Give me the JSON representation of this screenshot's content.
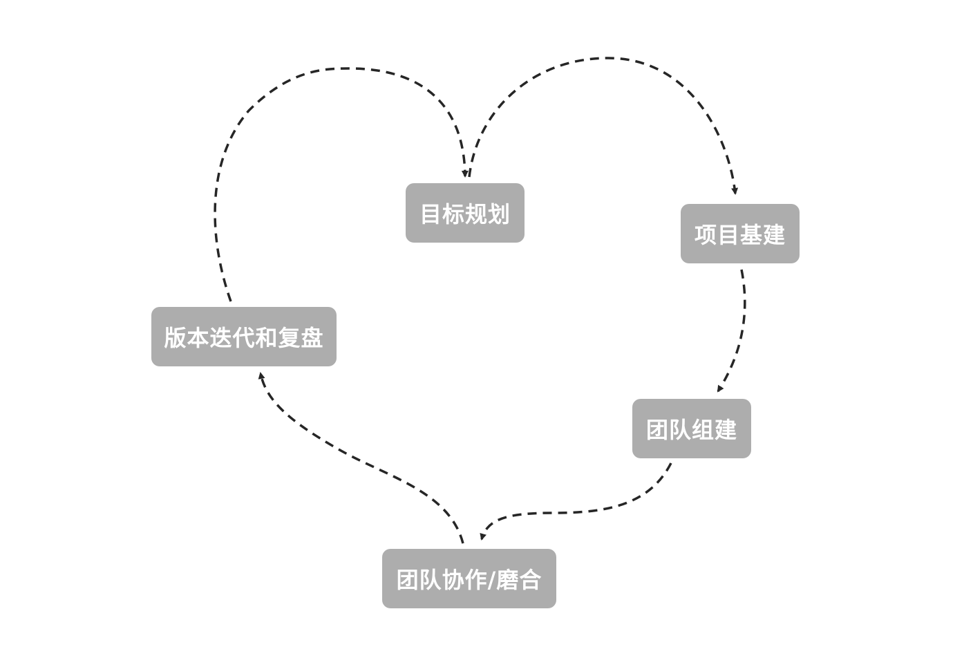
{
  "colors": {
    "node_fill": "#adadad",
    "node_text": "#ffffff",
    "edge_stroke": "#262626",
    "background": "#ffffff"
  },
  "nodes": {
    "goal_planning": "目标规划",
    "project_infrastructure": "项目基建",
    "team_building": "团队组建",
    "team_collaboration": "团队协作/磨合",
    "iteration_review": "版本迭代和复盘"
  },
  "edges": [
    {
      "from": "goal_planning",
      "to": "project_infrastructure",
      "style": "dashed",
      "arrow": "end"
    },
    {
      "from": "project_infrastructure",
      "to": "team_building",
      "style": "dashed",
      "arrow": "end"
    },
    {
      "from": "team_building",
      "to": "team_collaboration",
      "style": "dashed",
      "arrow": "end"
    },
    {
      "from": "team_collaboration",
      "to": "iteration_review",
      "style": "dashed",
      "arrow": "end"
    },
    {
      "from": "iteration_review",
      "to": "goal_planning",
      "style": "dashed",
      "arrow": "end"
    }
  ]
}
